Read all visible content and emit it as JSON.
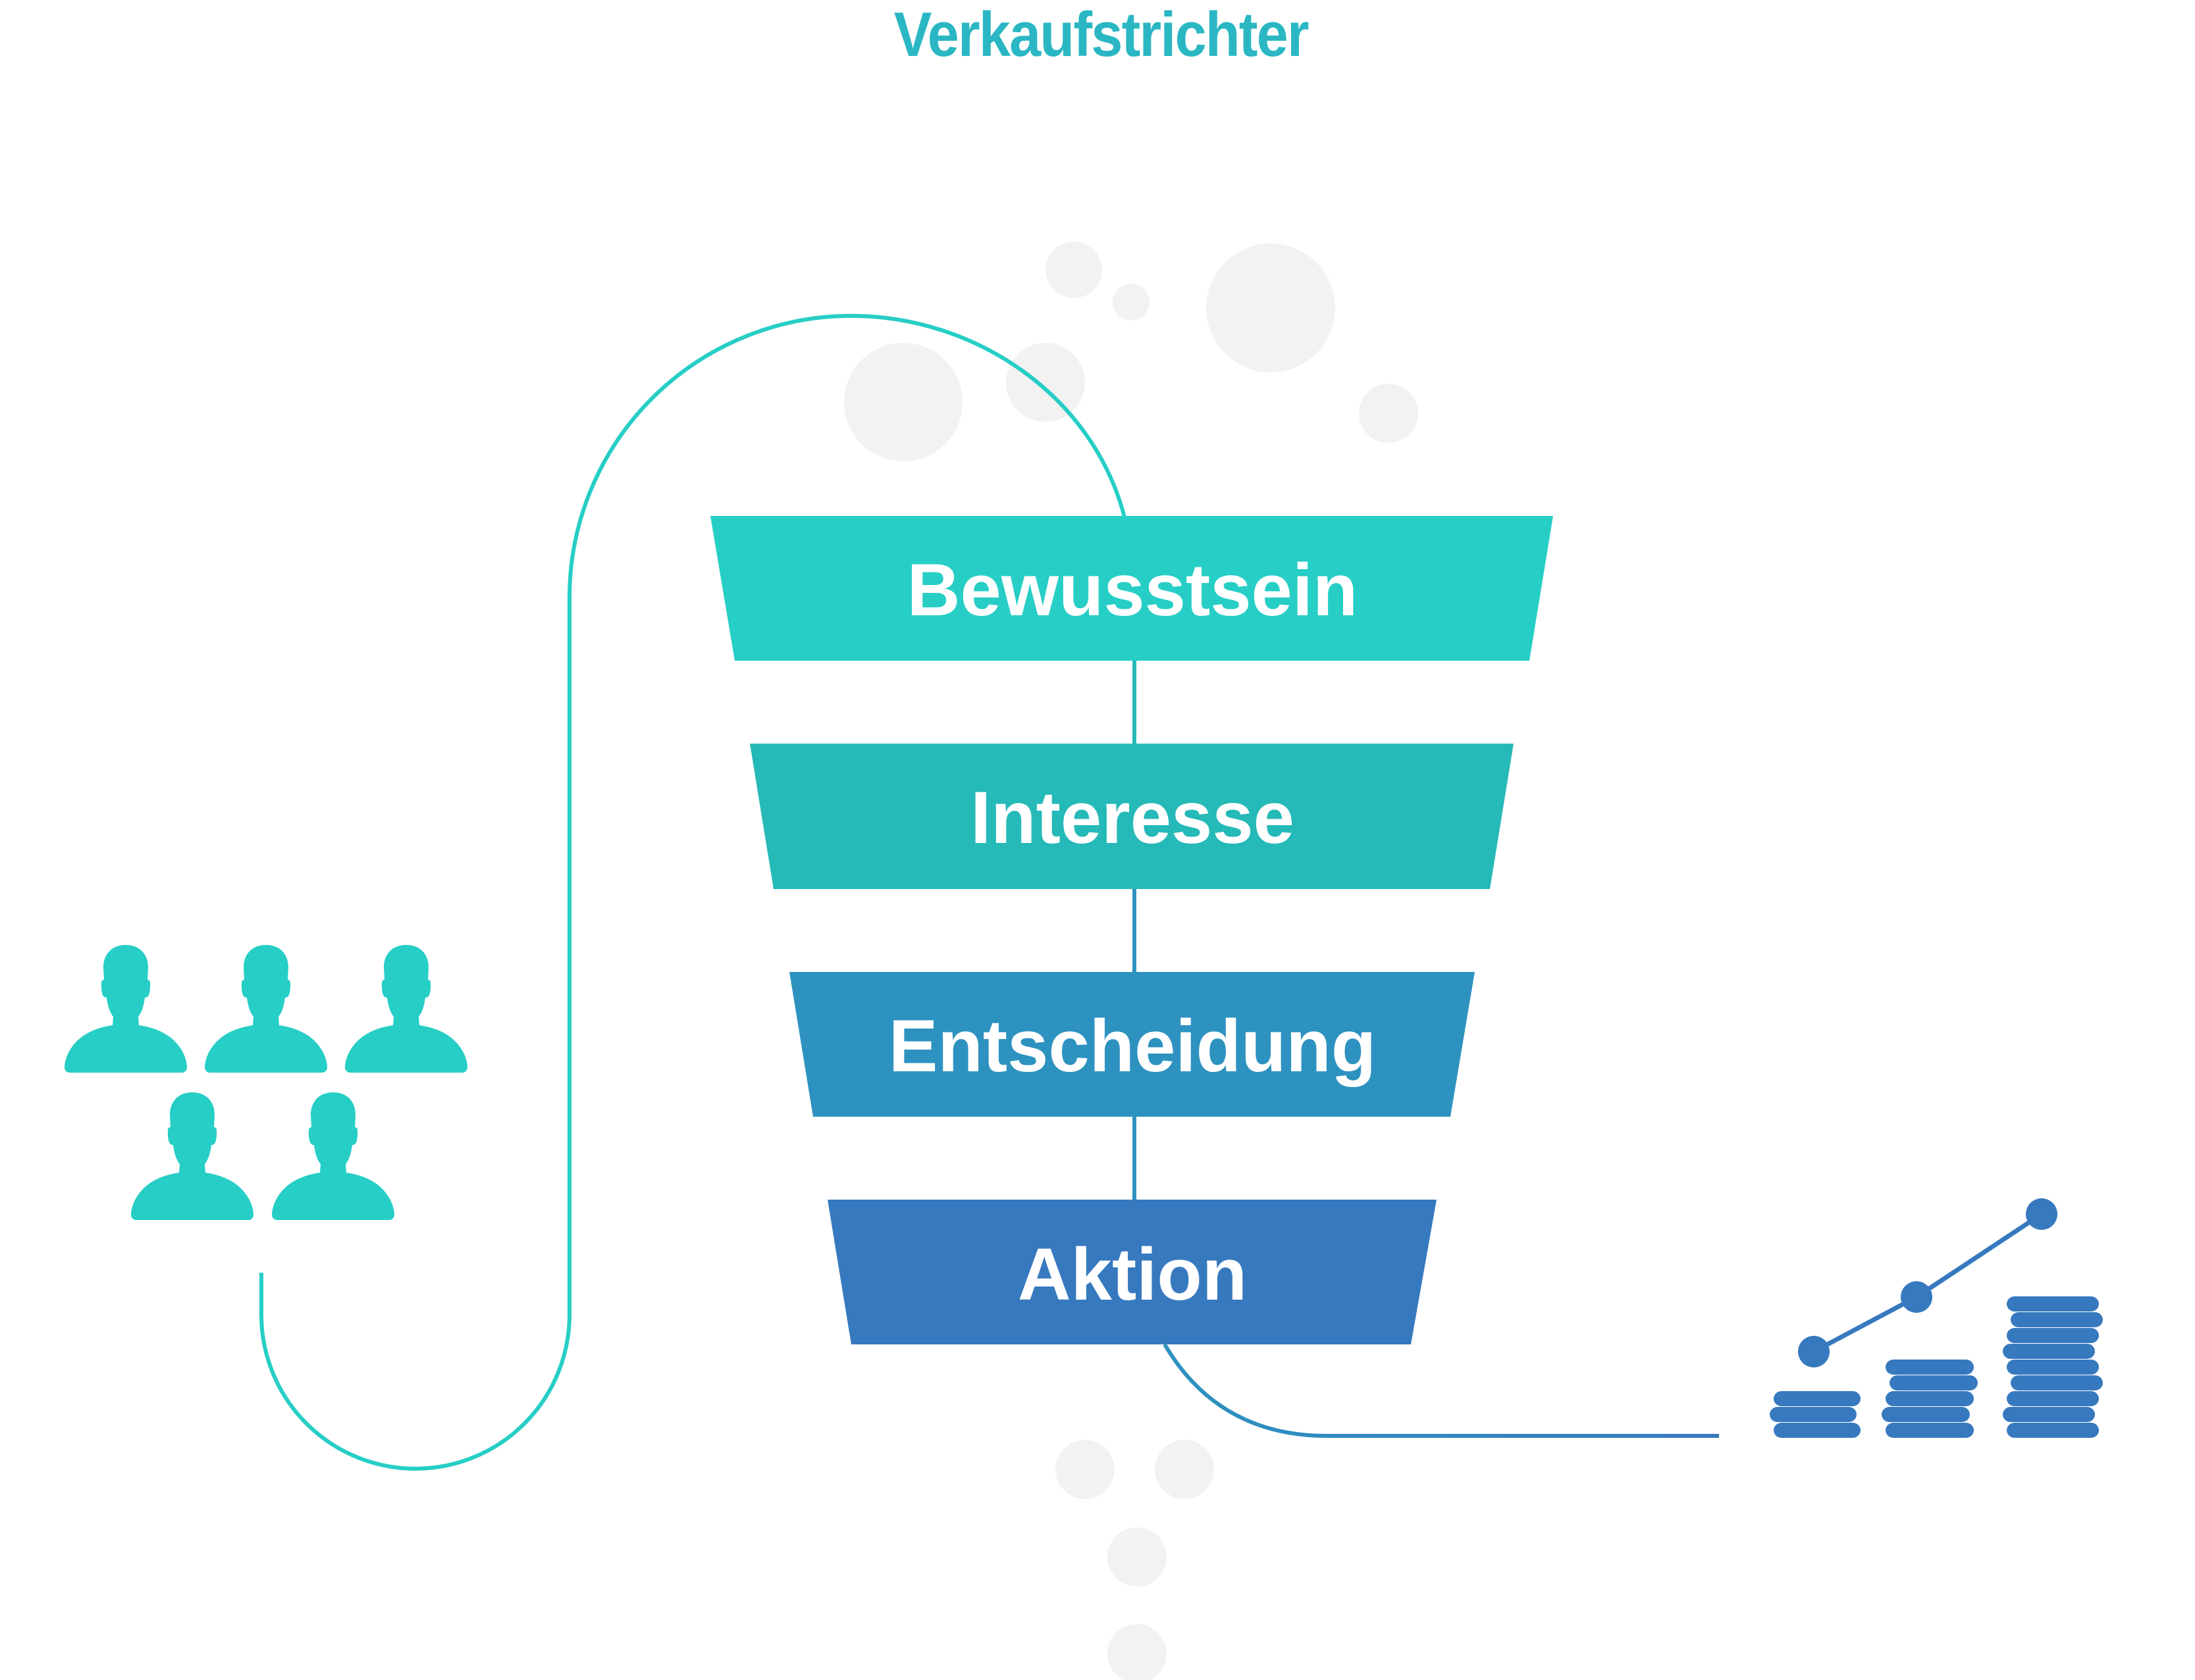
{
  "title": "Verkaufstrichter",
  "colors": {
    "title": "#2AB7C3",
    "bubble": "#F2F2F2",
    "path_teal": "#26CEC6",
    "path_blue": "#3779BF",
    "people": "#26CEC6",
    "coins": "#3779BF"
  },
  "funnel": {
    "stages": [
      {
        "label": "Bewusstsein",
        "color": "#26CEC6"
      },
      {
        "label": "Interesse",
        "color": "#25B9B8"
      },
      {
        "label": "Entscheidung",
        "color": "#2E92C0"
      },
      {
        "label": "Aktion",
        "color": "#3779BF"
      }
    ]
  },
  "left_icon": {
    "name": "people-group-icon",
    "count": 5
  },
  "right_icon": {
    "name": "growth-coins-icon",
    "coin_stacks": [
      3,
      5,
      9
    ],
    "trend_points": 3
  }
}
